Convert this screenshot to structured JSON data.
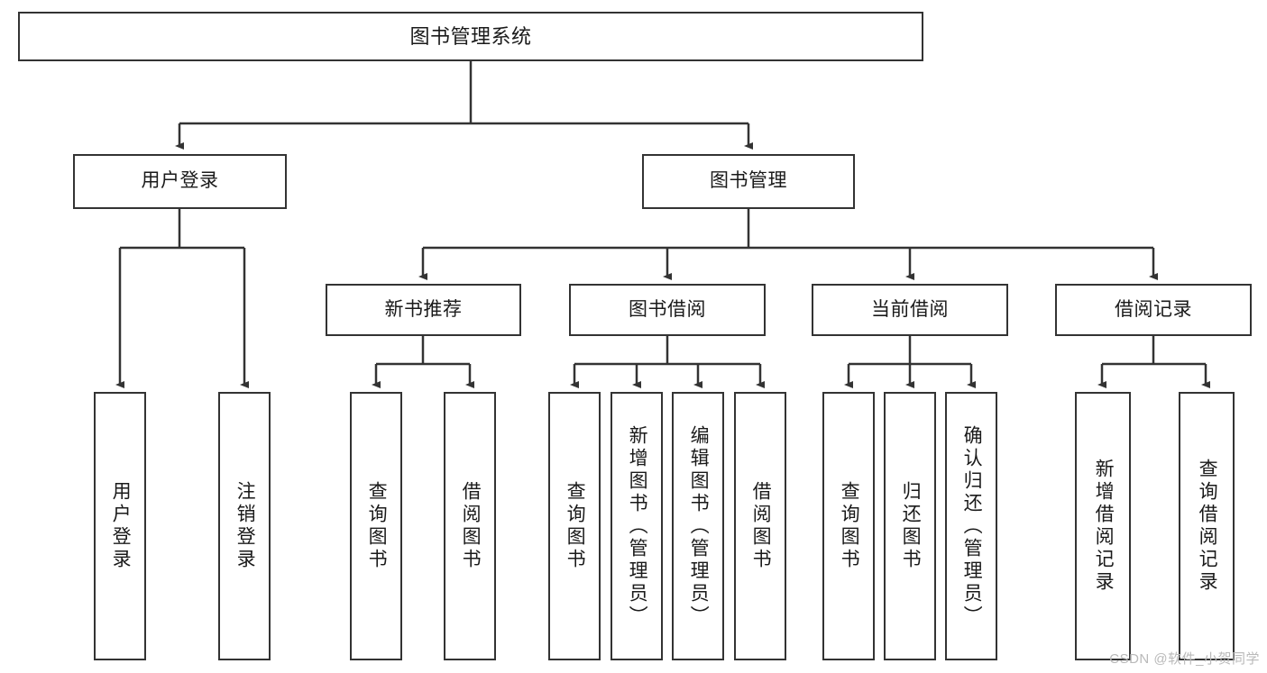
{
  "diagram": {
    "title": "图书管理系统",
    "style": {
      "box_border_color": "#333333",
      "box_fill": "#ffffff",
      "line_color": "#333333",
      "text_color": "#1a1a1a",
      "watermark_color": "#b9b9b9"
    },
    "levels": {
      "level1": [
        {
          "id": "root",
          "label": "图书管理系统",
          "orientation": "horizontal"
        }
      ],
      "level2": [
        {
          "id": "user-login",
          "label": "用户登录",
          "orientation": "horizontal"
        },
        {
          "id": "book-manage",
          "label": "图书管理",
          "orientation": "horizontal"
        }
      ],
      "level3": [
        {
          "id": "new-book-recommend",
          "label": "新书推荐",
          "orientation": "horizontal"
        },
        {
          "id": "book-borrow",
          "label": "图书借阅",
          "orientation": "horizontal"
        },
        {
          "id": "current-borrow",
          "label": "当前借阅",
          "orientation": "horizontal"
        },
        {
          "id": "borrow-record",
          "label": "借阅记录",
          "orientation": "horizontal"
        }
      ],
      "level4": [
        {
          "id": "leaf-user-login",
          "label": "用户登录",
          "orientation": "vertical",
          "parent": "user-login"
        },
        {
          "id": "leaf-logout-login",
          "label": "注销登录",
          "orientation": "vertical",
          "parent": "user-login"
        },
        {
          "id": "leaf-query-book-1",
          "label": "查询图书",
          "orientation": "vertical",
          "parent": "new-book-recommend"
        },
        {
          "id": "leaf-borrow-book-1",
          "label": "借阅图书",
          "orientation": "vertical",
          "parent": "new-book-recommend"
        },
        {
          "id": "leaf-query-book-2",
          "label": "查询图书",
          "orientation": "vertical",
          "parent": "book-borrow"
        },
        {
          "id": "leaf-add-book",
          "label": "新增图书（管理员）",
          "orientation": "vertical",
          "parent": "book-borrow"
        },
        {
          "id": "leaf-edit-book",
          "label": "编辑图书（管理员）",
          "orientation": "vertical",
          "parent": "book-borrow"
        },
        {
          "id": "leaf-borrow-book-2",
          "label": "借阅图书",
          "orientation": "vertical",
          "parent": "book-borrow"
        },
        {
          "id": "leaf-query-book-3",
          "label": "查询图书",
          "orientation": "vertical",
          "parent": "current-borrow"
        },
        {
          "id": "leaf-return-book",
          "label": "归还图书",
          "orientation": "vertical",
          "parent": "current-borrow"
        },
        {
          "id": "leaf-confirm-return",
          "label": "确认归还（管理员）",
          "orientation": "vertical",
          "parent": "current-borrow"
        },
        {
          "id": "leaf-add-record",
          "label": "新增借阅记录",
          "orientation": "vertical",
          "parent": "borrow-record"
        },
        {
          "id": "leaf-query-record",
          "label": "查询借阅记录",
          "orientation": "vertical",
          "parent": "borrow-record"
        }
      ]
    },
    "watermark": "CSDN @软件_小贺同学"
  }
}
